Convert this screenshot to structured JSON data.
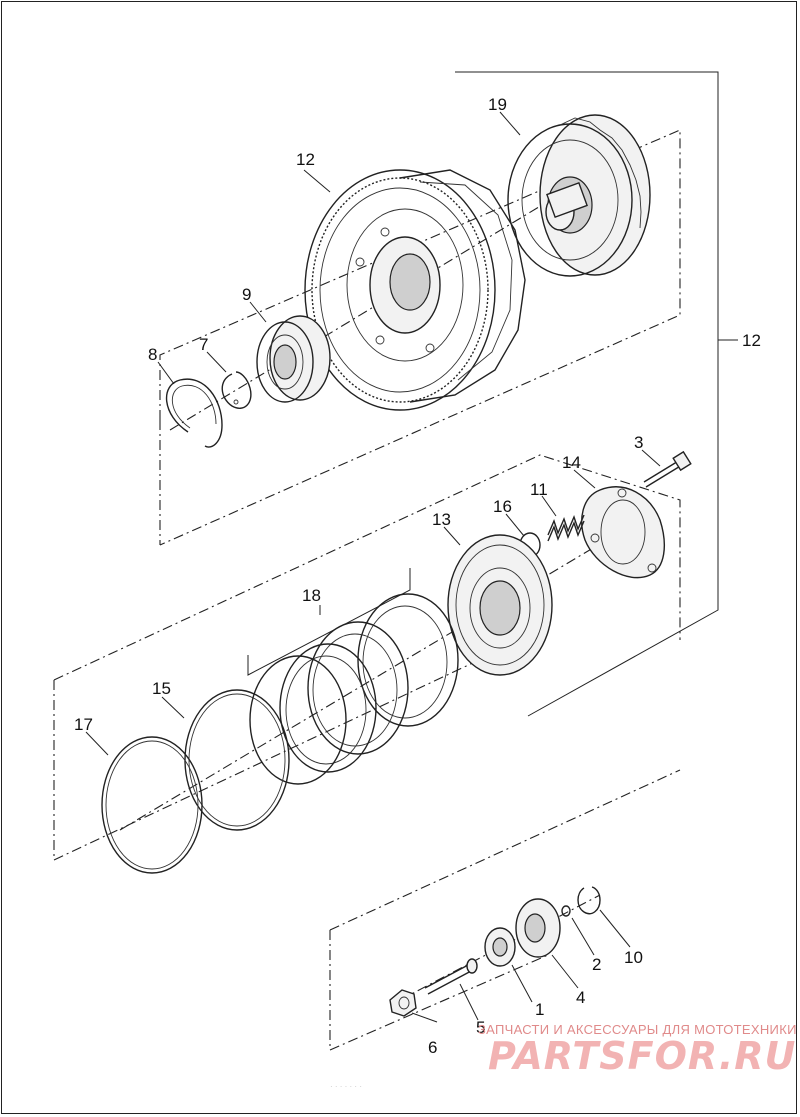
{
  "diagram": {
    "callouts": {
      "c1": "1",
      "c2": "2",
      "c3": "3",
      "c4": "4",
      "c5": "5",
      "c6": "6",
      "c7": "7",
      "c8": "8",
      "c9": "9",
      "c10": "10",
      "c11": "11",
      "c12_top": "12",
      "c12_right": "12",
      "c13": "13",
      "c14": "14",
      "c15": "15",
      "c16": "16",
      "c17": "17",
      "c18": "18",
      "c19": "19"
    }
  },
  "watermark": {
    "caption": "ЗАПЧАСТИ И АКСЕССУАРЫ ДЛЯ МОТОТЕХНИКИ",
    "logo": "PARTSFOR.RU"
  },
  "footer": {
    "text": "· · · · · · ·"
  }
}
